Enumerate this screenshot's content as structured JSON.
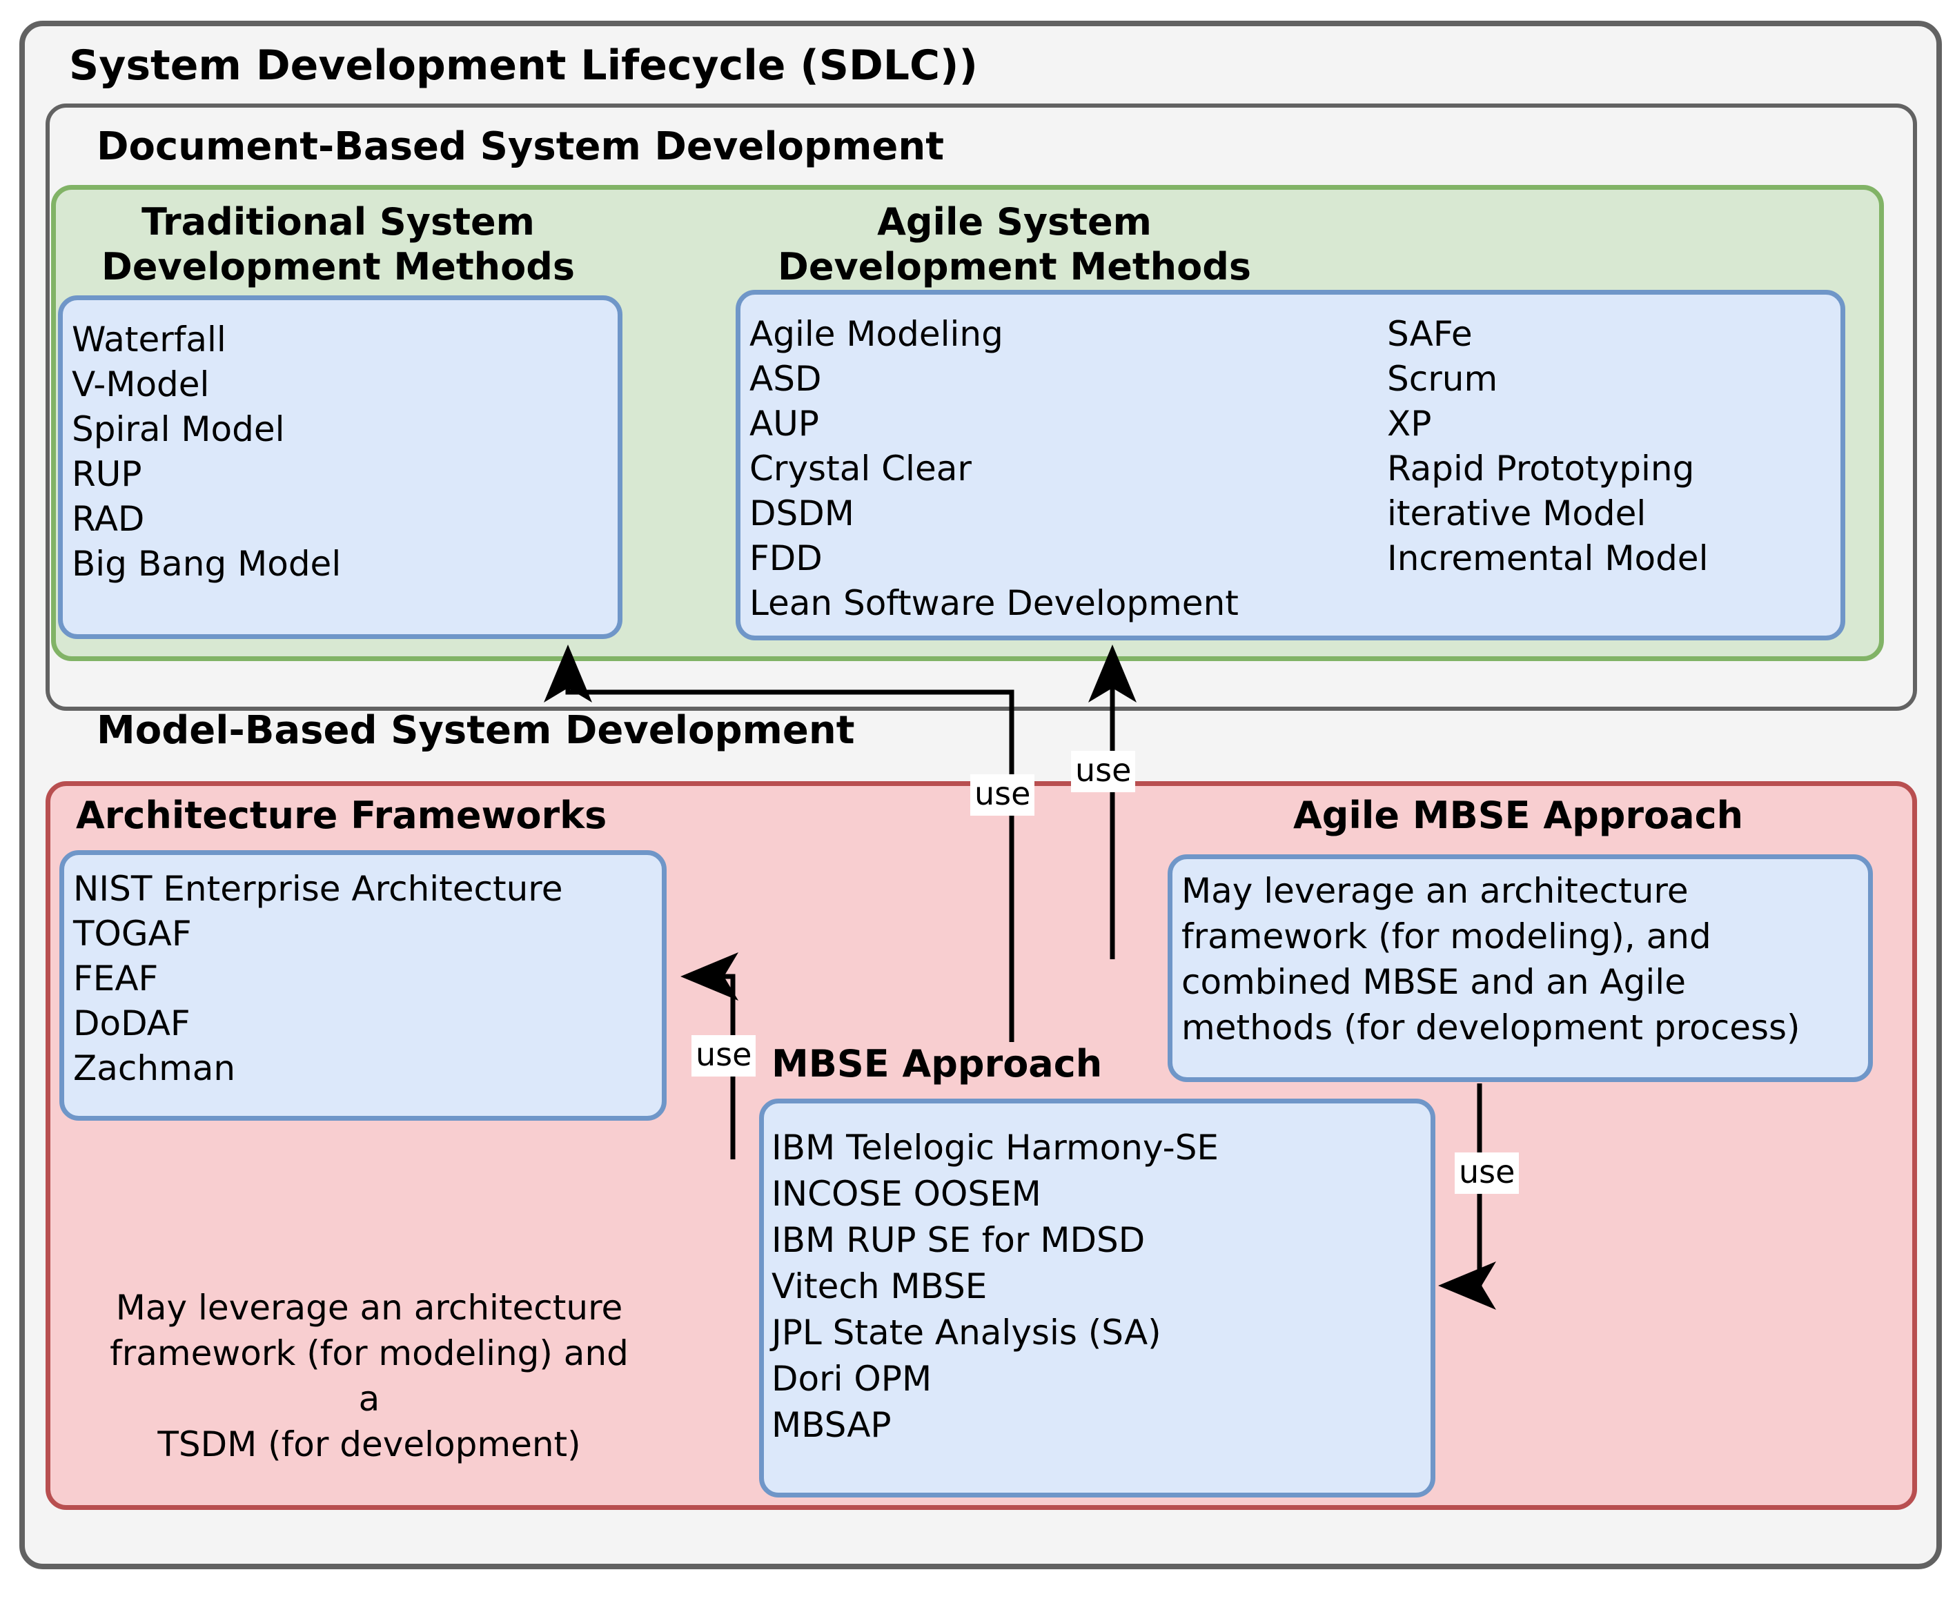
{
  "diagram": {
    "outer_title": "System Development Lifecycle (SDLC))",
    "document_based": {
      "title": "Document-Based System Development",
      "traditional": {
        "title": "Traditional System\nDevelopment Methods",
        "items": "Waterfall\nV-Model\nSpiral Model\nRUP\nRAD\nBig Bang Model"
      },
      "agile": {
        "title": "Agile System\nDevelopment Methods",
        "items_col1": "Agile Modeling\nASD\nAUP\nCrystal Clear\nDSDM\nFDD\nLean Software Development",
        "items_col2": "SAFe\nScrum\nXP\nRapid Prototyping\niterative Model\nIncremental Model"
      }
    },
    "model_based": {
      "title": "Model-Based System Development",
      "architecture_frameworks": {
        "title": "Architecture Frameworks",
        "items": "NIST Enterprise Architecture\nTOGAF\nFEAF\nDoDAF\nZachman",
        "note": "May leverage an architecture\nframework (for modeling) and a\nTSDM (for development)"
      },
      "mbse": {
        "title": "MBSE Approach",
        "items": "IBM Telelogic Harmony-SE\nINCOSE OOSEM\nIBM RUP SE for MDSD\nVitech MBSE\nJPL State Analysis (SA)\nDori OPM\nMBSAP"
      },
      "agile_mbse": {
        "title": "Agile MBSE Approach",
        "text": "May leverage an architecture\nframework (for modeling), and\ncombined MBSE and an Agile\nmethods (for development process)"
      }
    },
    "connectors": [
      {
        "id": "use-1",
        "label": "use",
        "from": "MBSE Approach",
        "to": "Traditional System Development Methods"
      },
      {
        "id": "use-2",
        "label": "use",
        "from": "Agile MBSE Approach",
        "to": "Agile System Development Methods"
      },
      {
        "id": "use-3",
        "label": "use",
        "from": "MBSE Approach",
        "to": "Architecture Frameworks"
      },
      {
        "id": "use-4",
        "label": "use",
        "from": "Agile MBSE Approach",
        "to": "MBSE Approach"
      }
    ],
    "colors": {
      "outer_bg": "#f4f4f4",
      "outer_border": "#626262",
      "green_fill": "#d8e8d2",
      "green_border": "#81b366",
      "pink_fill": "#f8ced0",
      "red_border": "#b84f50",
      "blue_fill": "#dce8fa",
      "blue_border": "#6f96c8",
      "line": "#000000",
      "text": "#000000"
    }
  }
}
